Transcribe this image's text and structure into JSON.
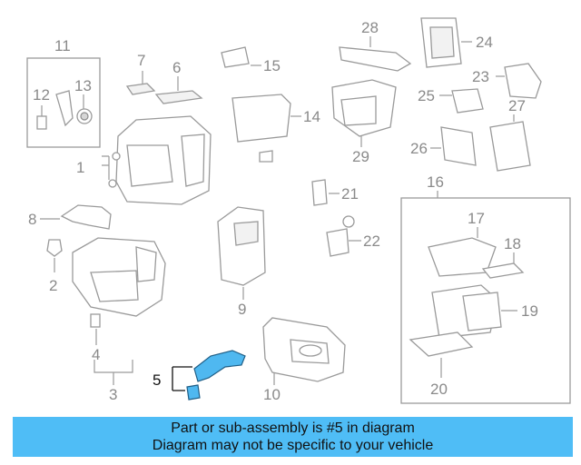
{
  "callouts": [
    "1",
    "2",
    "3",
    "4",
    "5",
    "6",
    "7",
    "8",
    "9",
    "10",
    "11",
    "12",
    "13",
    "14",
    "15",
    "16",
    "17",
    "18",
    "19",
    "20",
    "21",
    "22",
    "23",
    "24",
    "25",
    "26",
    "27",
    "28",
    "29"
  ],
  "highlighted_part": "5",
  "highlight_color": "#4fbdf6",
  "banner": {
    "line1": "Part or sub-assembly is #5 in diagram",
    "line2": "Diagram may not be specific to your vehicle"
  }
}
